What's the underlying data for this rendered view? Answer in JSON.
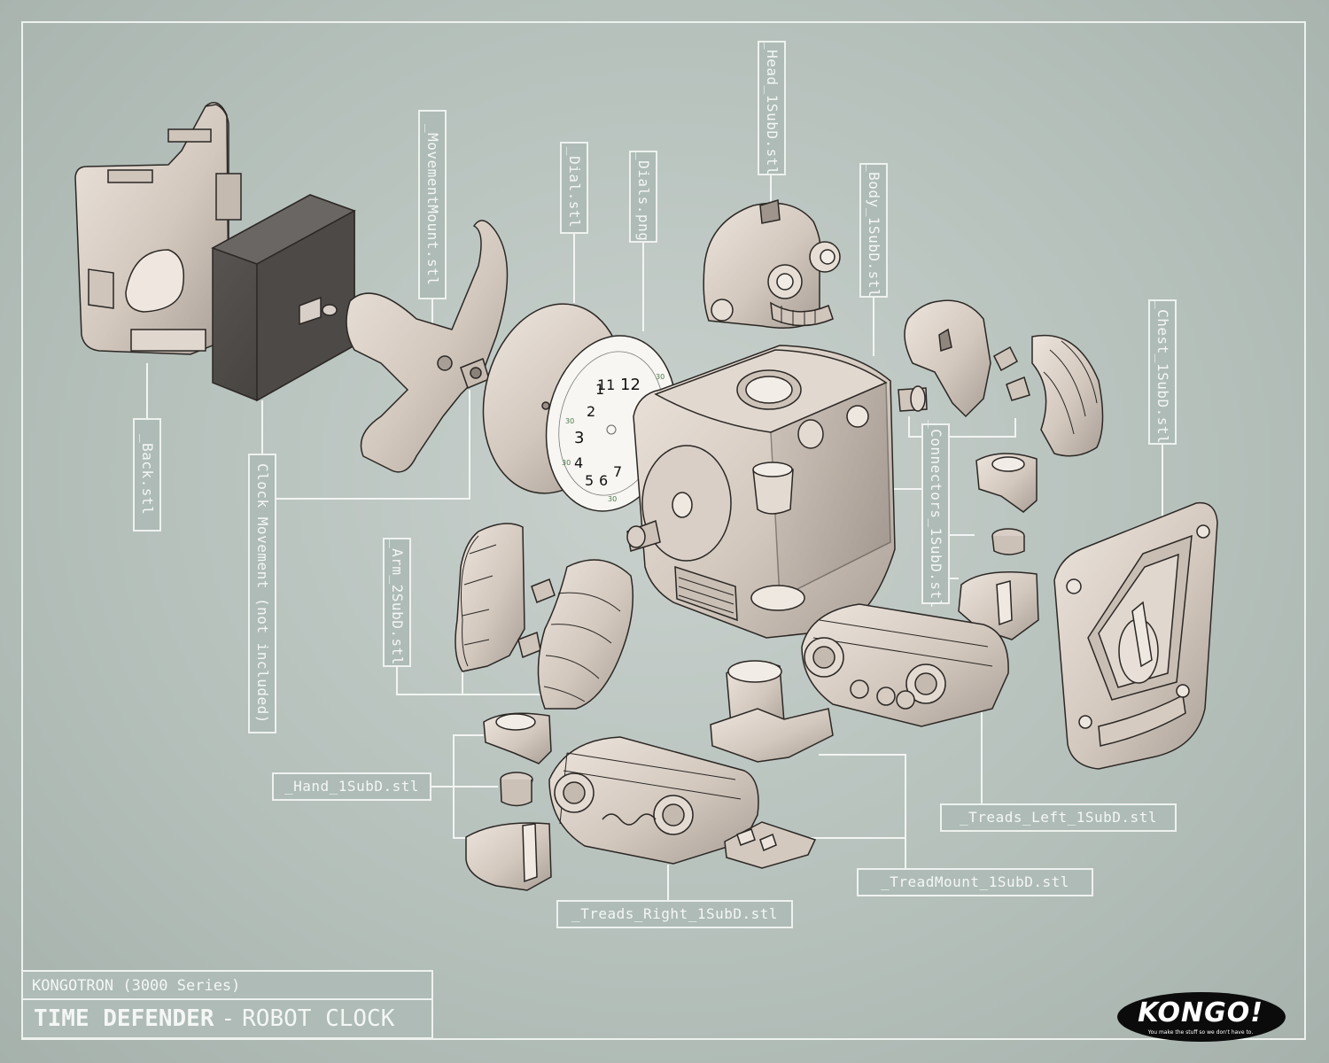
{
  "labels": {
    "back": "_Back.stl",
    "clock_movement": "Clock Movement (not included)",
    "movement_mount": "_MovementMount.stl",
    "dial": "_Dial.stl",
    "dials_png": "_Dials.png",
    "head": "_Head_1SubD.stl",
    "body": "_Body_1SubD.stl",
    "connectors": "_Connectors_1SubD.stl",
    "chest": "_Chest_1SubD.stl",
    "arm": "_Arm_2SubD.stl",
    "hand": "_Hand_1SubD.stl",
    "treads_right": "_Treads_Right_1SubD.stl",
    "tread_mount": "_TreadMount_1SubD.stl",
    "treads_left": "_Treads_Left_1SubD.stl"
  },
  "dial_numbers": [
    "12",
    "11",
    "1",
    "2",
    "3",
    "4",
    "5",
    "6",
    "7",
    "30",
    "30",
    "30",
    "30"
  ],
  "title": {
    "series": "KONGOTRON (3000 Series)",
    "name": "TIME DEFENDER",
    "dash": "-",
    "subtitle": "ROBOT CLOCK"
  },
  "logo": {
    "word": "KONGO!",
    "tagline": "You make the stuff so we don't have to."
  },
  "colors": {
    "background": "#b8c2bd",
    "part": "#d7cdc4",
    "part_shadow": "#9c928a",
    "outline": "#2b2724",
    "label_border": "#eef2ef",
    "movement": "#4a4643",
    "logo_bg": "#0b0b0b"
  }
}
